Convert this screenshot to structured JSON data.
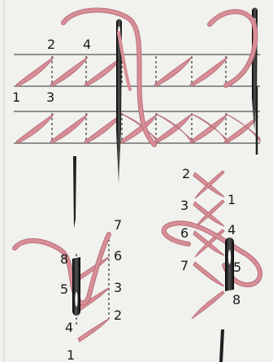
{
  "colors": {
    "background": "#f1f1ee",
    "thread": "#d88e96",
    "thread_edge": "#b8707a",
    "needle": "#1f1f1f",
    "guide_line": "#555555",
    "text": "#1a1a1a"
  },
  "panel_top": {
    "row1_labels": {
      "n1": "1",
      "n2": "2",
      "n3": "3",
      "n4": "4"
    }
  },
  "panel_bottom_left": {
    "labels": {
      "n1": "1",
      "n2": "2",
      "n3": "3",
      "n4": "4",
      "n5": "5",
      "n6": "6",
      "n7": "7",
      "n8": "8"
    }
  },
  "panel_bottom_right": {
    "labels": {
      "n1": "1",
      "n2": "2",
      "n3": "3",
      "n4": "4",
      "n5": "5",
      "n6": "6",
      "n7": "7",
      "n8": "8"
    }
  }
}
